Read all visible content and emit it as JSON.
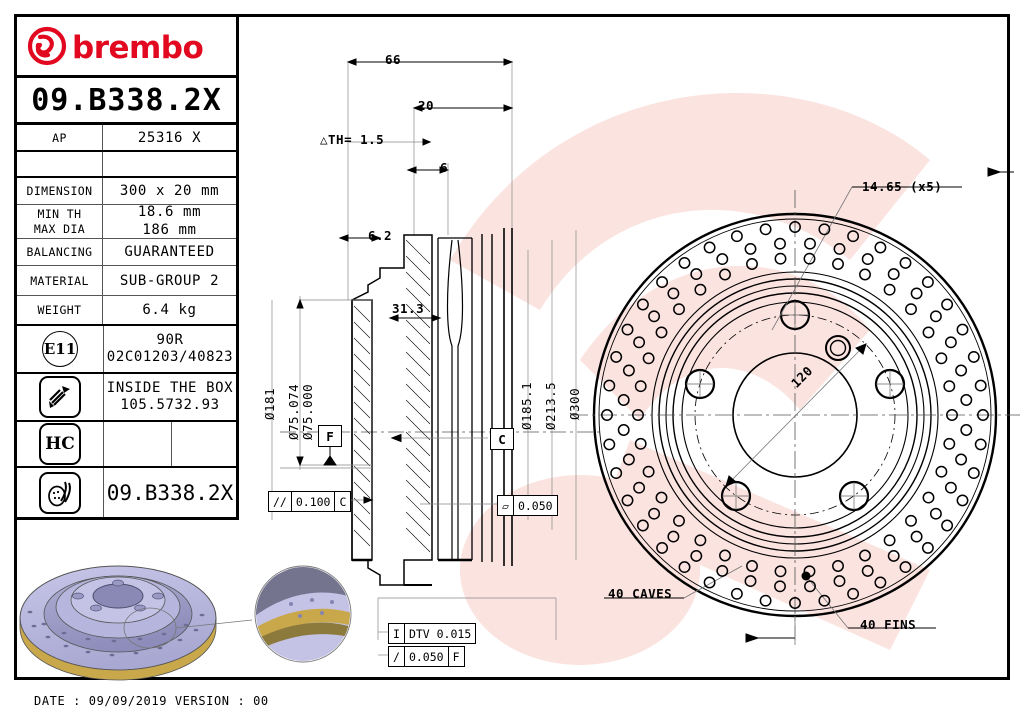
{
  "document": {
    "brand": "brembo",
    "part_number": "09.B338.2X",
    "footer": "DATE : 09/09/2019 VERSION : 00"
  },
  "title_block": {
    "rows": [
      {
        "label": "AP",
        "value": "25316 X"
      },
      {
        "label": "",
        "value": ""
      },
      {
        "label": "DIMENSION",
        "value": "300 x 20 mm"
      },
      {
        "label": "MIN TH\nMAX DIA",
        "value": "18.6 mm\n186 mm"
      },
      {
        "label": "BALANCING",
        "value": "GUARANTEED"
      },
      {
        "label": "MATERIAL",
        "value": "SUB-GROUP 2"
      },
      {
        "label": "WEIGHT",
        "value": "6.4 kg"
      }
    ],
    "min_th_label_1": "MIN TH",
    "min_th_label_2": "MAX DIA",
    "min_th_value_1": "18.6 mm",
    "min_th_value_2": "186 mm",
    "homologation": {
      "icon": "E11",
      "line1": "90R",
      "line2": "02C01203/40823"
    },
    "screw": {
      "icon": "screw-icon",
      "line1": "INSIDE THE BOX",
      "line2": "105.5732.93"
    },
    "hc": {
      "icon": "HC",
      "value": ""
    },
    "disc_row": {
      "icon": "disc-icon",
      "value": "09.B338.2X"
    }
  },
  "section_view": {
    "dim_66": "66",
    "dim_20": "20",
    "dim_th": "△TH= 1.5",
    "dim_6": "6",
    "dim_6_2": "6.2",
    "dim_31_3": "31.3",
    "dia_181": "Ø181",
    "dia_75_074": "Ø75.074",
    "dia_75_000": "Ø75.000",
    "dia_185_1": "Ø185.1",
    "dia_213_5": "Ø213.5",
    "dia_300": "Ø300",
    "datum_f": "F",
    "datum_c": "C",
    "gdt_parallel": {
      "symbol": "//",
      "value": "0.100",
      "datum": "C"
    },
    "gdt_flat": {
      "symbol": "▱",
      "value": "0.050"
    },
    "gdt_dtv": {
      "symbol": "I",
      "value": "DTV 0.015"
    },
    "gdt_runout": {
      "symbol": "/",
      "value": "0.050",
      "datum": "F"
    }
  },
  "face_view": {
    "hole_callout": "14.65 (x5)",
    "bolt_circle": "120",
    "caves": "40 CAVES",
    "fins": "40 FINS"
  },
  "colors": {
    "brand_red": "#e1081f",
    "watermark": "#fbe3e0",
    "line": "#000000",
    "render_body": "#b9b8de",
    "render_shadow": "#7e7da8",
    "render_gold": "#c9a84c"
  }
}
